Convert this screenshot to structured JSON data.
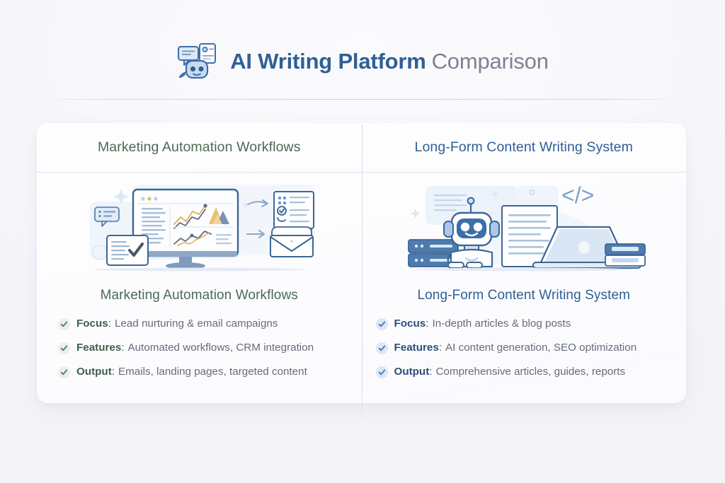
{
  "header": {
    "icon": "ai-robot-chat-icon",
    "title_strong": "AI Writing Platform",
    "title_light": "Comparison"
  },
  "colors": {
    "accent_blue": "#2f5f95",
    "accent_green": "#4b6b55",
    "text_muted": "#646c7a",
    "page_bg": "#f7f6fa",
    "card_bg": "#fdfdff",
    "divider": "#cbd1e0"
  },
  "columns": [
    {
      "id": "marketing-automation-workflows",
      "accent": "green",
      "header": "Marketing Automation Workflows",
      "illustration": "marketing-dashboard-illustration",
      "card_title": "Marketing Automation Workflows",
      "bullets": [
        {
          "label": "Focus",
          "value": "Lead nurturing & email campaigns"
        },
        {
          "label": "Features",
          "value": "Automated workflows, CRM integration"
        },
        {
          "label": "Output",
          "value": "Emails, landing pages, targeted content"
        }
      ]
    },
    {
      "id": "long-form-content-writing-system",
      "accent": "blue",
      "header": "Long-Form Content Writing System",
      "illustration": "robot-writing-laptop-illustration",
      "card_title": "Long-Form Content Writing System",
      "bullets": [
        {
          "label": "Focus",
          "value": "In-depth articles & blog posts"
        },
        {
          "label": "Features",
          "value": "AI content generation, SEO optimization"
        },
        {
          "label": "Output",
          "value": "Comprehensive articles, guides, reports"
        }
      ]
    }
  ]
}
